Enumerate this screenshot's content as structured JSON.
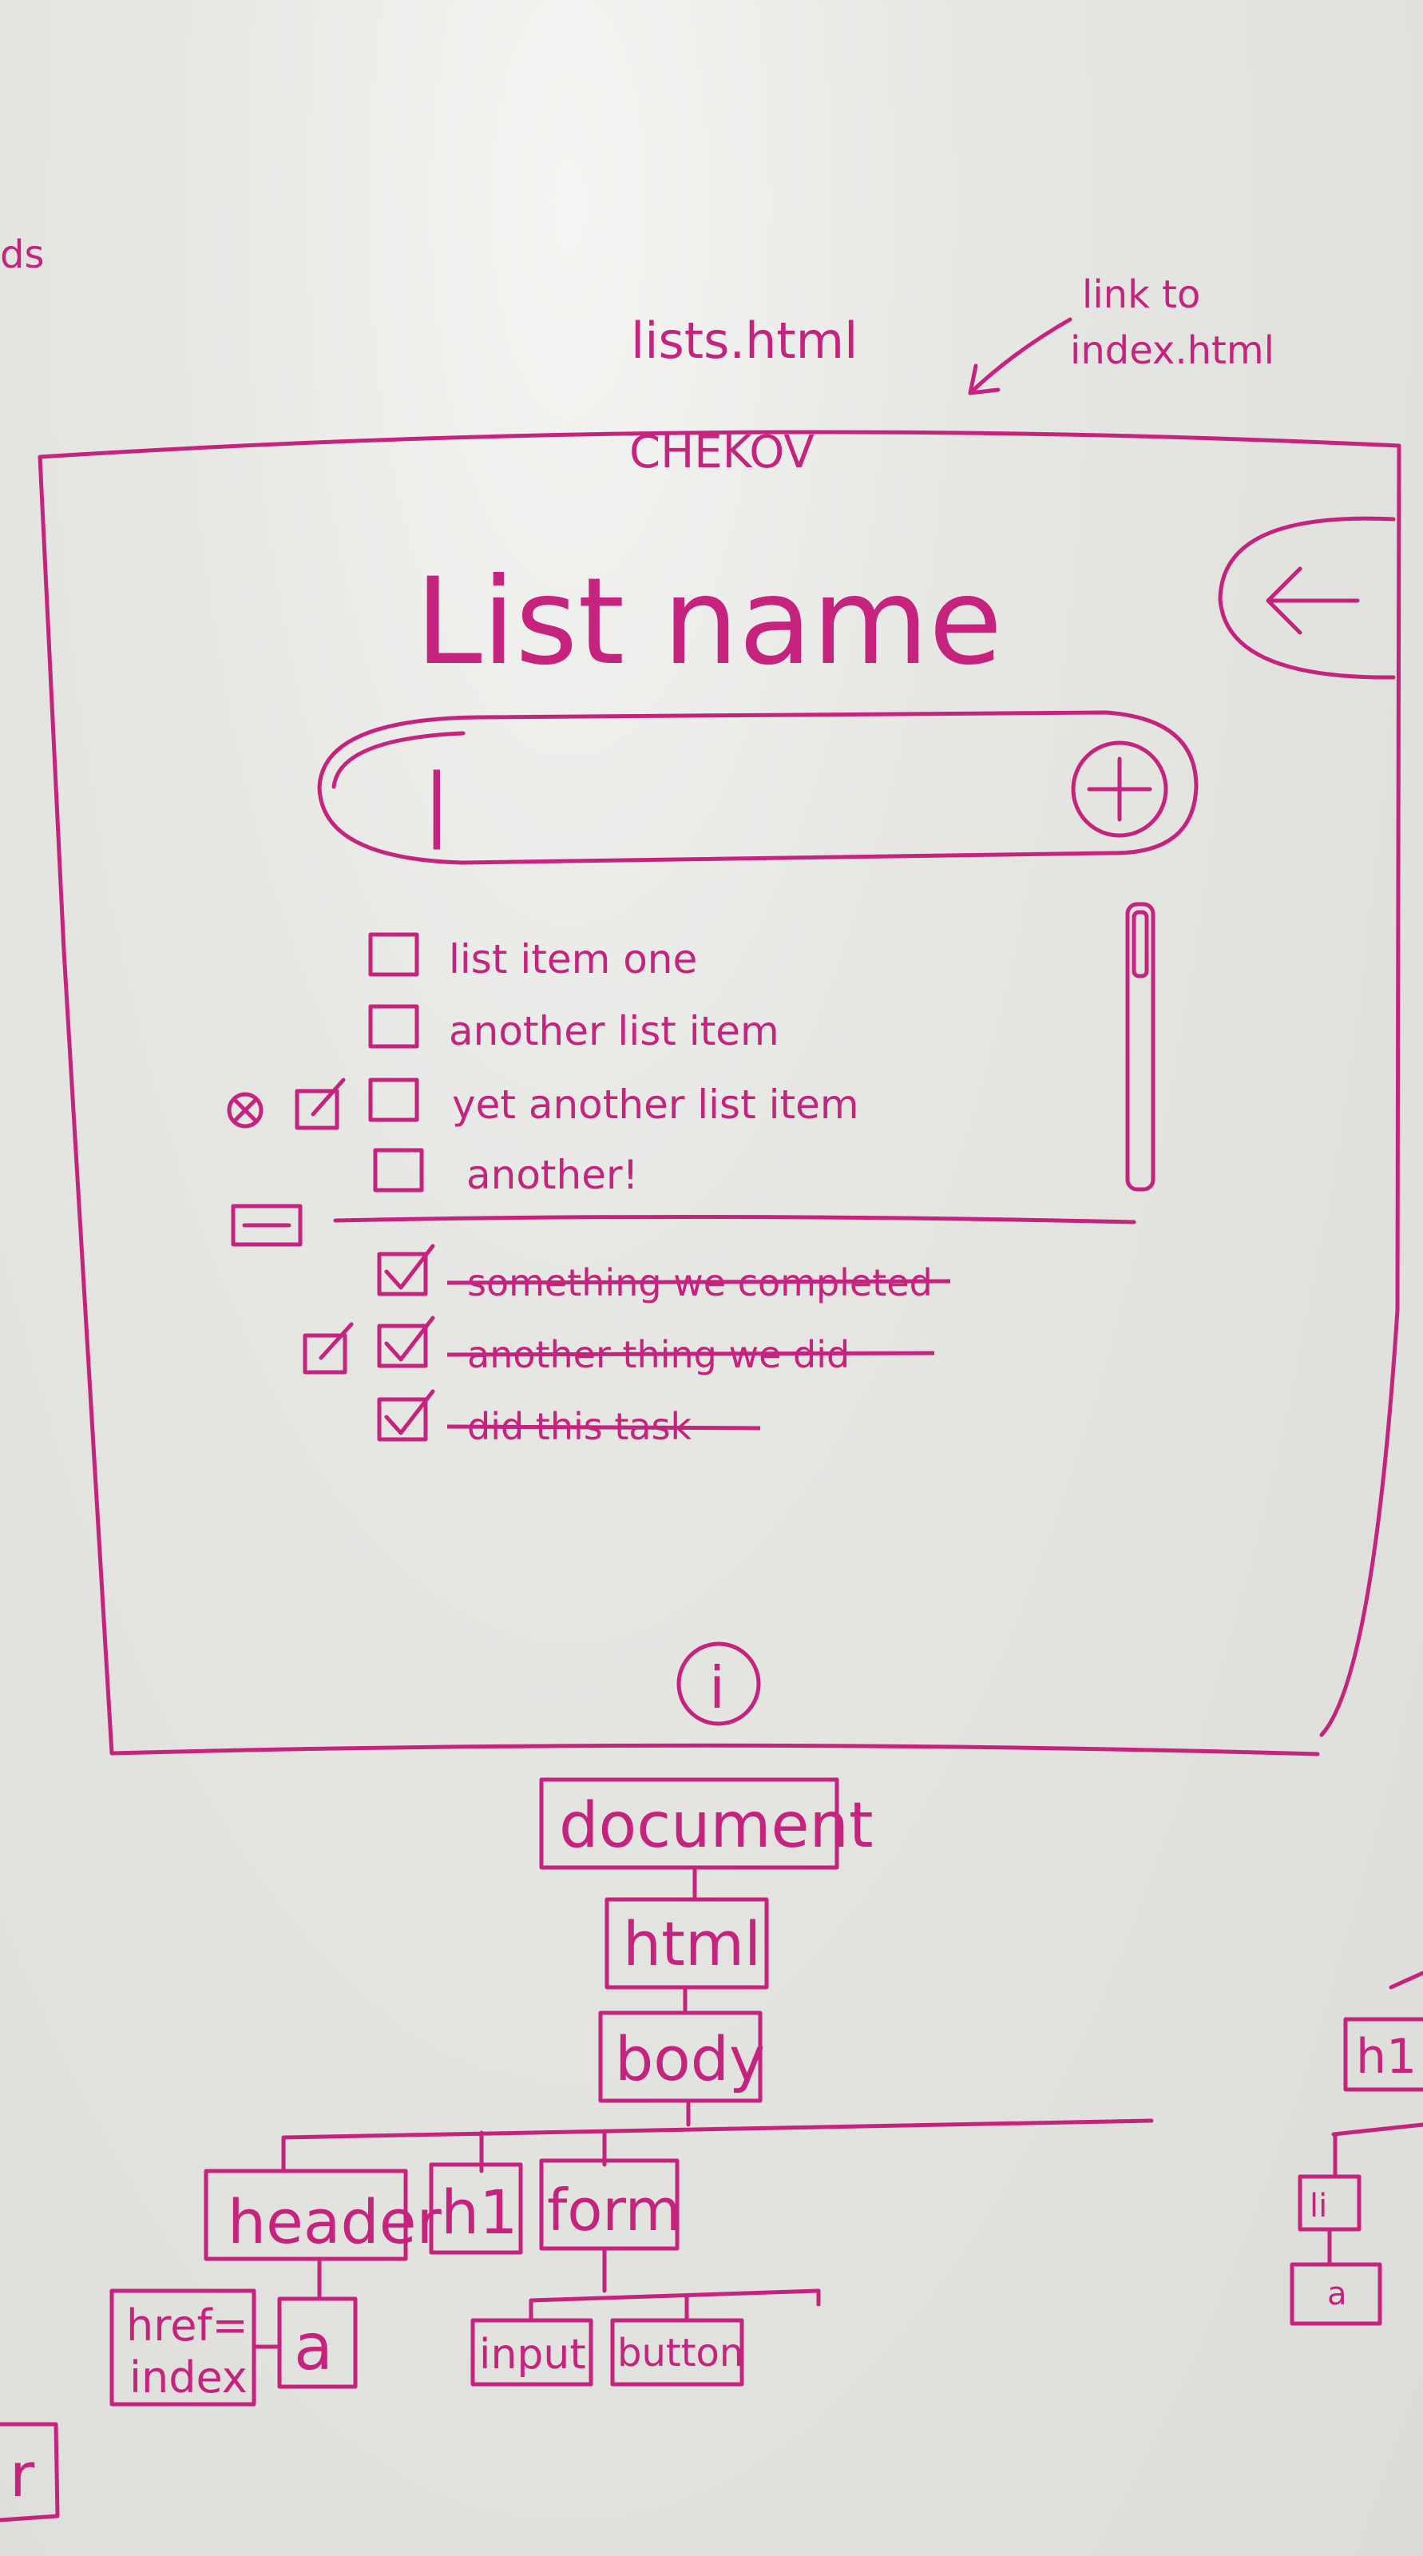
{
  "annotations": {
    "filename": "lists.html",
    "link_note_line1": "link to",
    "link_note_line2": "index.html",
    "edge_fragment": "ds"
  },
  "app": {
    "brand": "CHEKOV",
    "list_title": "List name",
    "input_cursor": "|",
    "info_glyph": "i",
    "active_items": [
      {
        "label": "list item one",
        "checked": false
      },
      {
        "label": "another list item",
        "checked": false
      },
      {
        "label": "yet another list item",
        "checked": false
      },
      {
        "label": "another!",
        "checked": false
      }
    ],
    "completed_items": [
      {
        "label": "something we completed",
        "checked": true
      },
      {
        "label": "another thing we did",
        "checked": true
      },
      {
        "label": "did this task",
        "checked": true
      }
    ]
  },
  "tree": {
    "document": "document",
    "html": "html",
    "body": "body",
    "header": "header",
    "h1": "h1",
    "form": "form",
    "href_line1": "href=",
    "href_line2": "index",
    "a": "a",
    "input": "input",
    "button": "button",
    "side_h1": "h1",
    "side_li": "li",
    "side_a": "a",
    "edge_r": "r"
  },
  "colors": {
    "ink": "#c6237f",
    "board": "#e4e4e1"
  }
}
